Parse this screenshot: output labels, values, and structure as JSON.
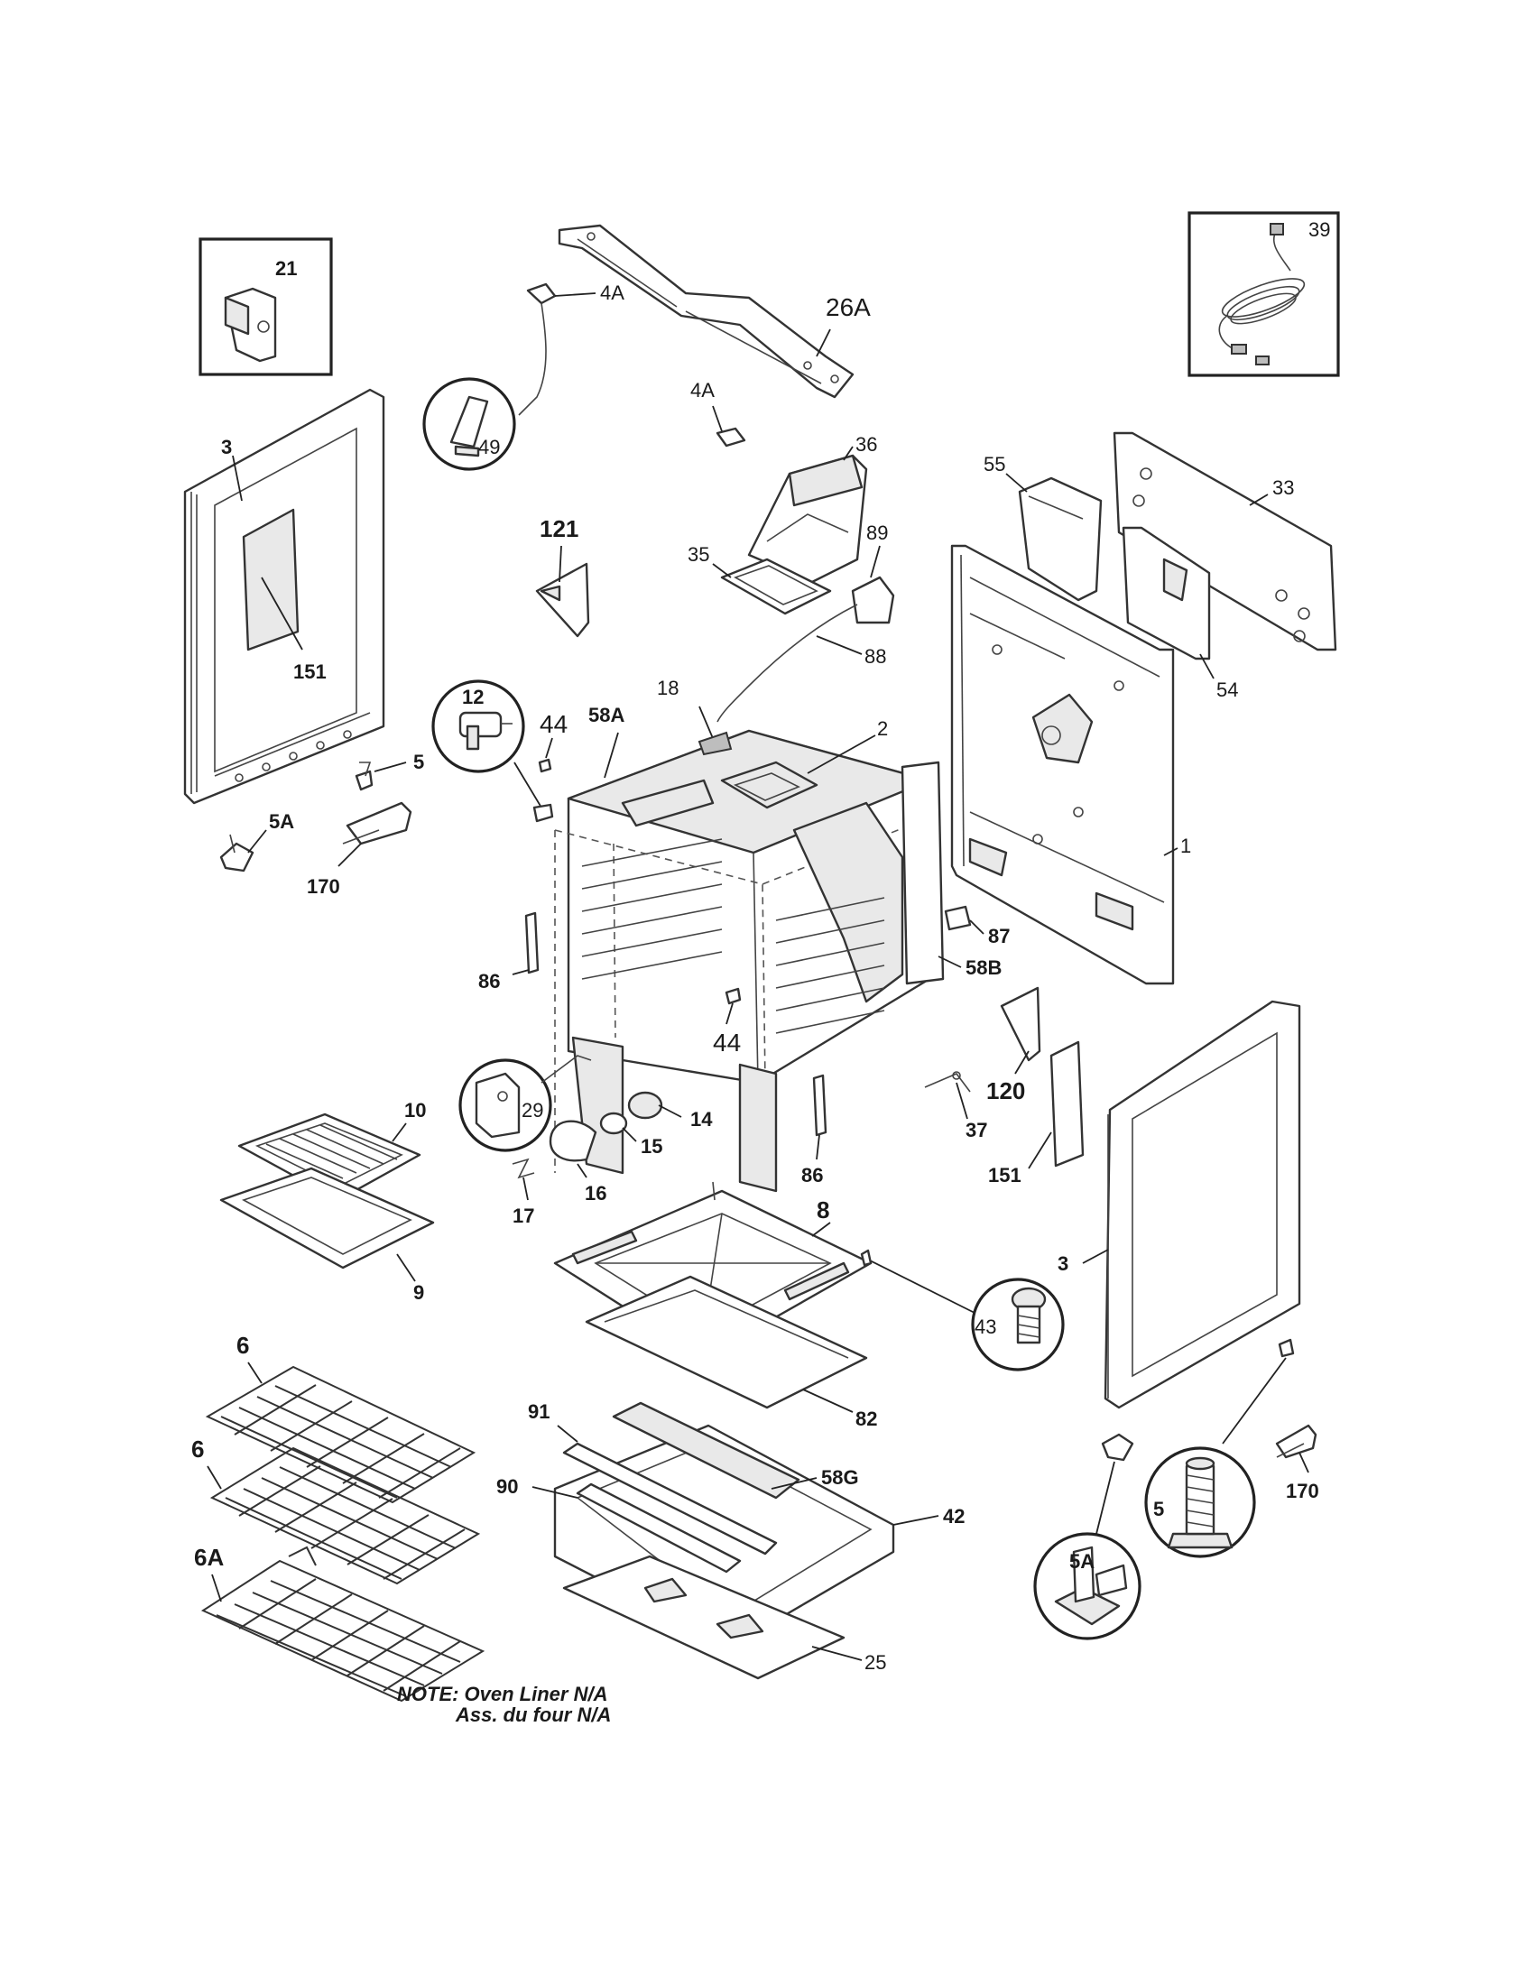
{
  "labels": {
    "p21": "21",
    "p39": "39",
    "p26A": "26A",
    "p4A_top": "4A",
    "p4A_mid": "4A",
    "p49": "49",
    "p3_left": "3",
    "p151_left": "151",
    "p36": "36",
    "p55": "55",
    "p33": "33",
    "p121": "121",
    "p35": "35",
    "p89": "89",
    "p88": "88",
    "p54": "54",
    "p12": "12",
    "p44_top": "44",
    "p58A": "58A",
    "p18": "18",
    "p2": "2",
    "p5_left": "5",
    "p5A_left": "5A",
    "p170_left": "170",
    "p1": "1",
    "p87": "87",
    "p86_left": "86",
    "p58B": "58B",
    "p44_mid": "44",
    "p120": "120",
    "p29": "29",
    "p14": "14",
    "p10": "10",
    "p15": "15",
    "p37": "37",
    "p86_mid": "86",
    "p151_right": "151",
    "p16": "16",
    "p17": "17",
    "p9": "9",
    "p8": "8",
    "p3_right": "3",
    "p43": "43",
    "p6_top": "6",
    "p82": "82",
    "p6_mid": "6",
    "p91": "91",
    "p58G": "58G",
    "p90": "90",
    "p42": "42",
    "p170_right": "170",
    "p6A": "6A",
    "p5_right": "5",
    "p5A_right": "5A",
    "p25": "25"
  },
  "note": {
    "line1": "NOTE: Oven Liner N/A",
    "line2": "Ass. du four N/A"
  },
  "icons": {
    "inset_21": "oven-door-handle-bracket-icon",
    "inset_39": "power-cord-icon",
    "callout_49": "clip-icon",
    "callout_12": "temperature-sensor-icon",
    "callout_29": "lamp-receptacle-icon",
    "callout_43": "screw-icon",
    "callout_5": "leveling-leg-icon",
    "callout_5A": "anti-tip-bracket-icon"
  }
}
